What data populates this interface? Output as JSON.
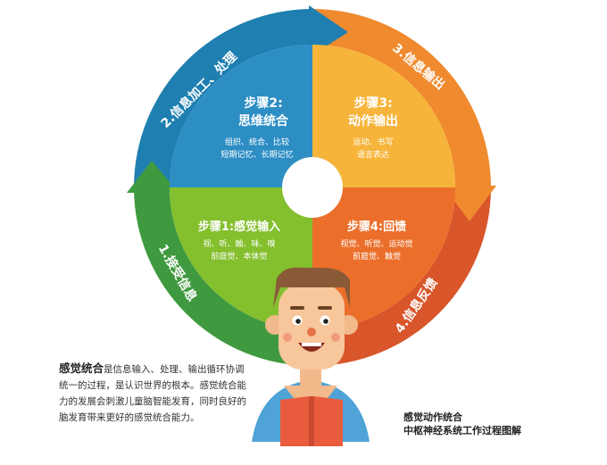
{
  "steps": [
    {
      "title": "步骤1:感觉输入",
      "line1": "视、听、触、味、嗅",
      "line2": "前庭觉、本体觉"
    },
    {
      "title_line1": "步骤2:",
      "title_line2": "思维统合",
      "line1": "组织、统合、比较",
      "line2": "短期记忆、长期记忆"
    },
    {
      "title_line1": "步骤3:",
      "title_line2": "动作输出",
      "line1": "运动、书写",
      "line2": "语言表达"
    },
    {
      "title": "步骤4:回馈",
      "line1": "视觉、听觉、运动觉",
      "line2": "前庭觉、触觉"
    }
  ],
  "ring_labels": {
    "bottom_left": "1.接受信息",
    "top_left": "2.信息加工、处理",
    "top_right": "3.信息输出",
    "bottom_right": "4.信息反馈"
  },
  "description": {
    "lead": "感觉统合",
    "body": "是信息输入、处理、输出循环协调统一的过程，是认识世界的根本。感觉统合能力的发展会刺激儿童脑智能发育，同时良好的脑发育带来更好的感觉统合能力。"
  },
  "caption": {
    "line1": "感觉动作统合",
    "line2": "中枢神经系统工作过程图解"
  },
  "colors": {
    "blue_ring": "#1e7fb0",
    "blue_inner": "#2d8ec4",
    "orange_ring": "#f08a2e",
    "yellow_inner": "#f6b43a",
    "red_ring": "#d9552a",
    "red_inner": "#eb6f2b",
    "green_ring": "#3f9a3f",
    "green_inner": "#84bf2e"
  }
}
